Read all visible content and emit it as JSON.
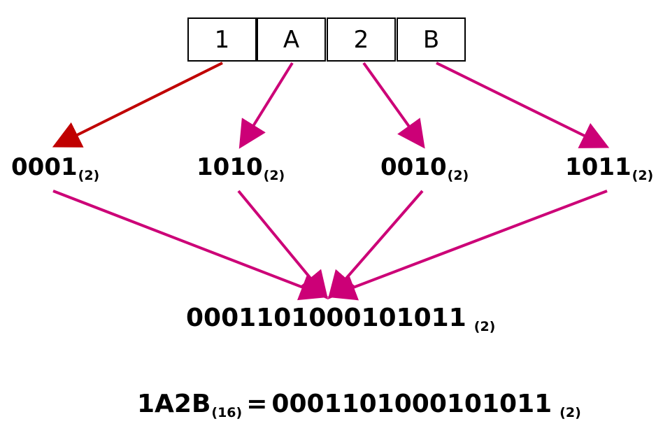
{
  "hex_digits": [
    "1",
    "A",
    "2",
    "B"
  ],
  "nibbles": [
    {
      "bits": "0001",
      "base": "(2)"
    },
    {
      "bits": "1010",
      "base": "(2)"
    },
    {
      "bits": "0010",
      "base": "(2)"
    },
    {
      "bits": "1011",
      "base": "(2)"
    }
  ],
  "result": {
    "bits": "0001101000101011",
    "base": "(2)"
  },
  "equation": {
    "lhs": "1A2B",
    "lhs_base": "(16)",
    "sign": "=",
    "rhs": "0001101000101011",
    "rhs_base": "(2)"
  },
  "colors": {
    "first_arrow": "#c00000",
    "arrows": "#cc0077"
  }
}
